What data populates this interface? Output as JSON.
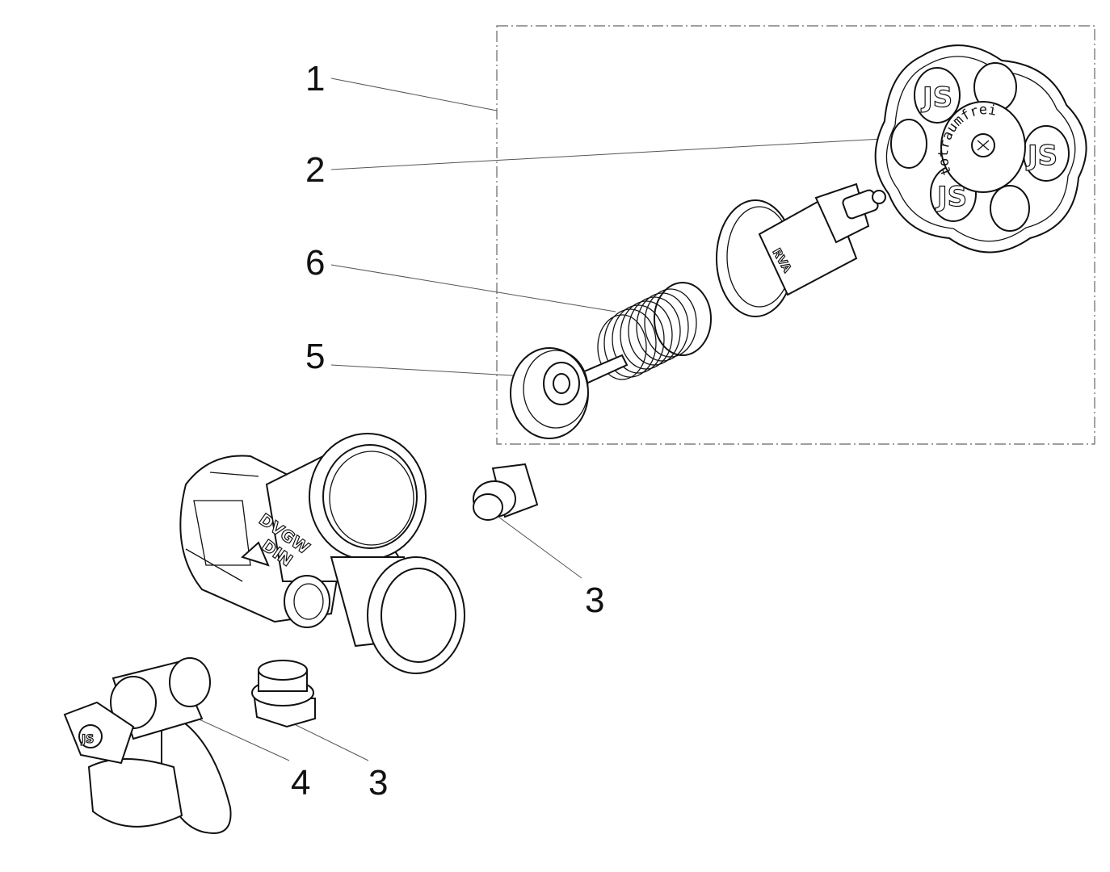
{
  "drawing": {
    "callouts": [
      {
        "label": "1",
        "part": "upper-assembly"
      },
      {
        "label": "2",
        "part": "handwheel"
      },
      {
        "label": "6",
        "part": "spring"
      },
      {
        "label": "5",
        "part": "valve-disc"
      },
      {
        "label": "3",
        "part": "plug-upper"
      },
      {
        "label": "4",
        "part": "drain-valve"
      },
      {
        "label": "3",
        "part": "plug-lower"
      }
    ],
    "handwheel_text": "totraumfrei",
    "logo_text": "JS",
    "body_marks": [
      "DVGW",
      "DIN"
    ],
    "bonnet_mark": "RVA"
  }
}
